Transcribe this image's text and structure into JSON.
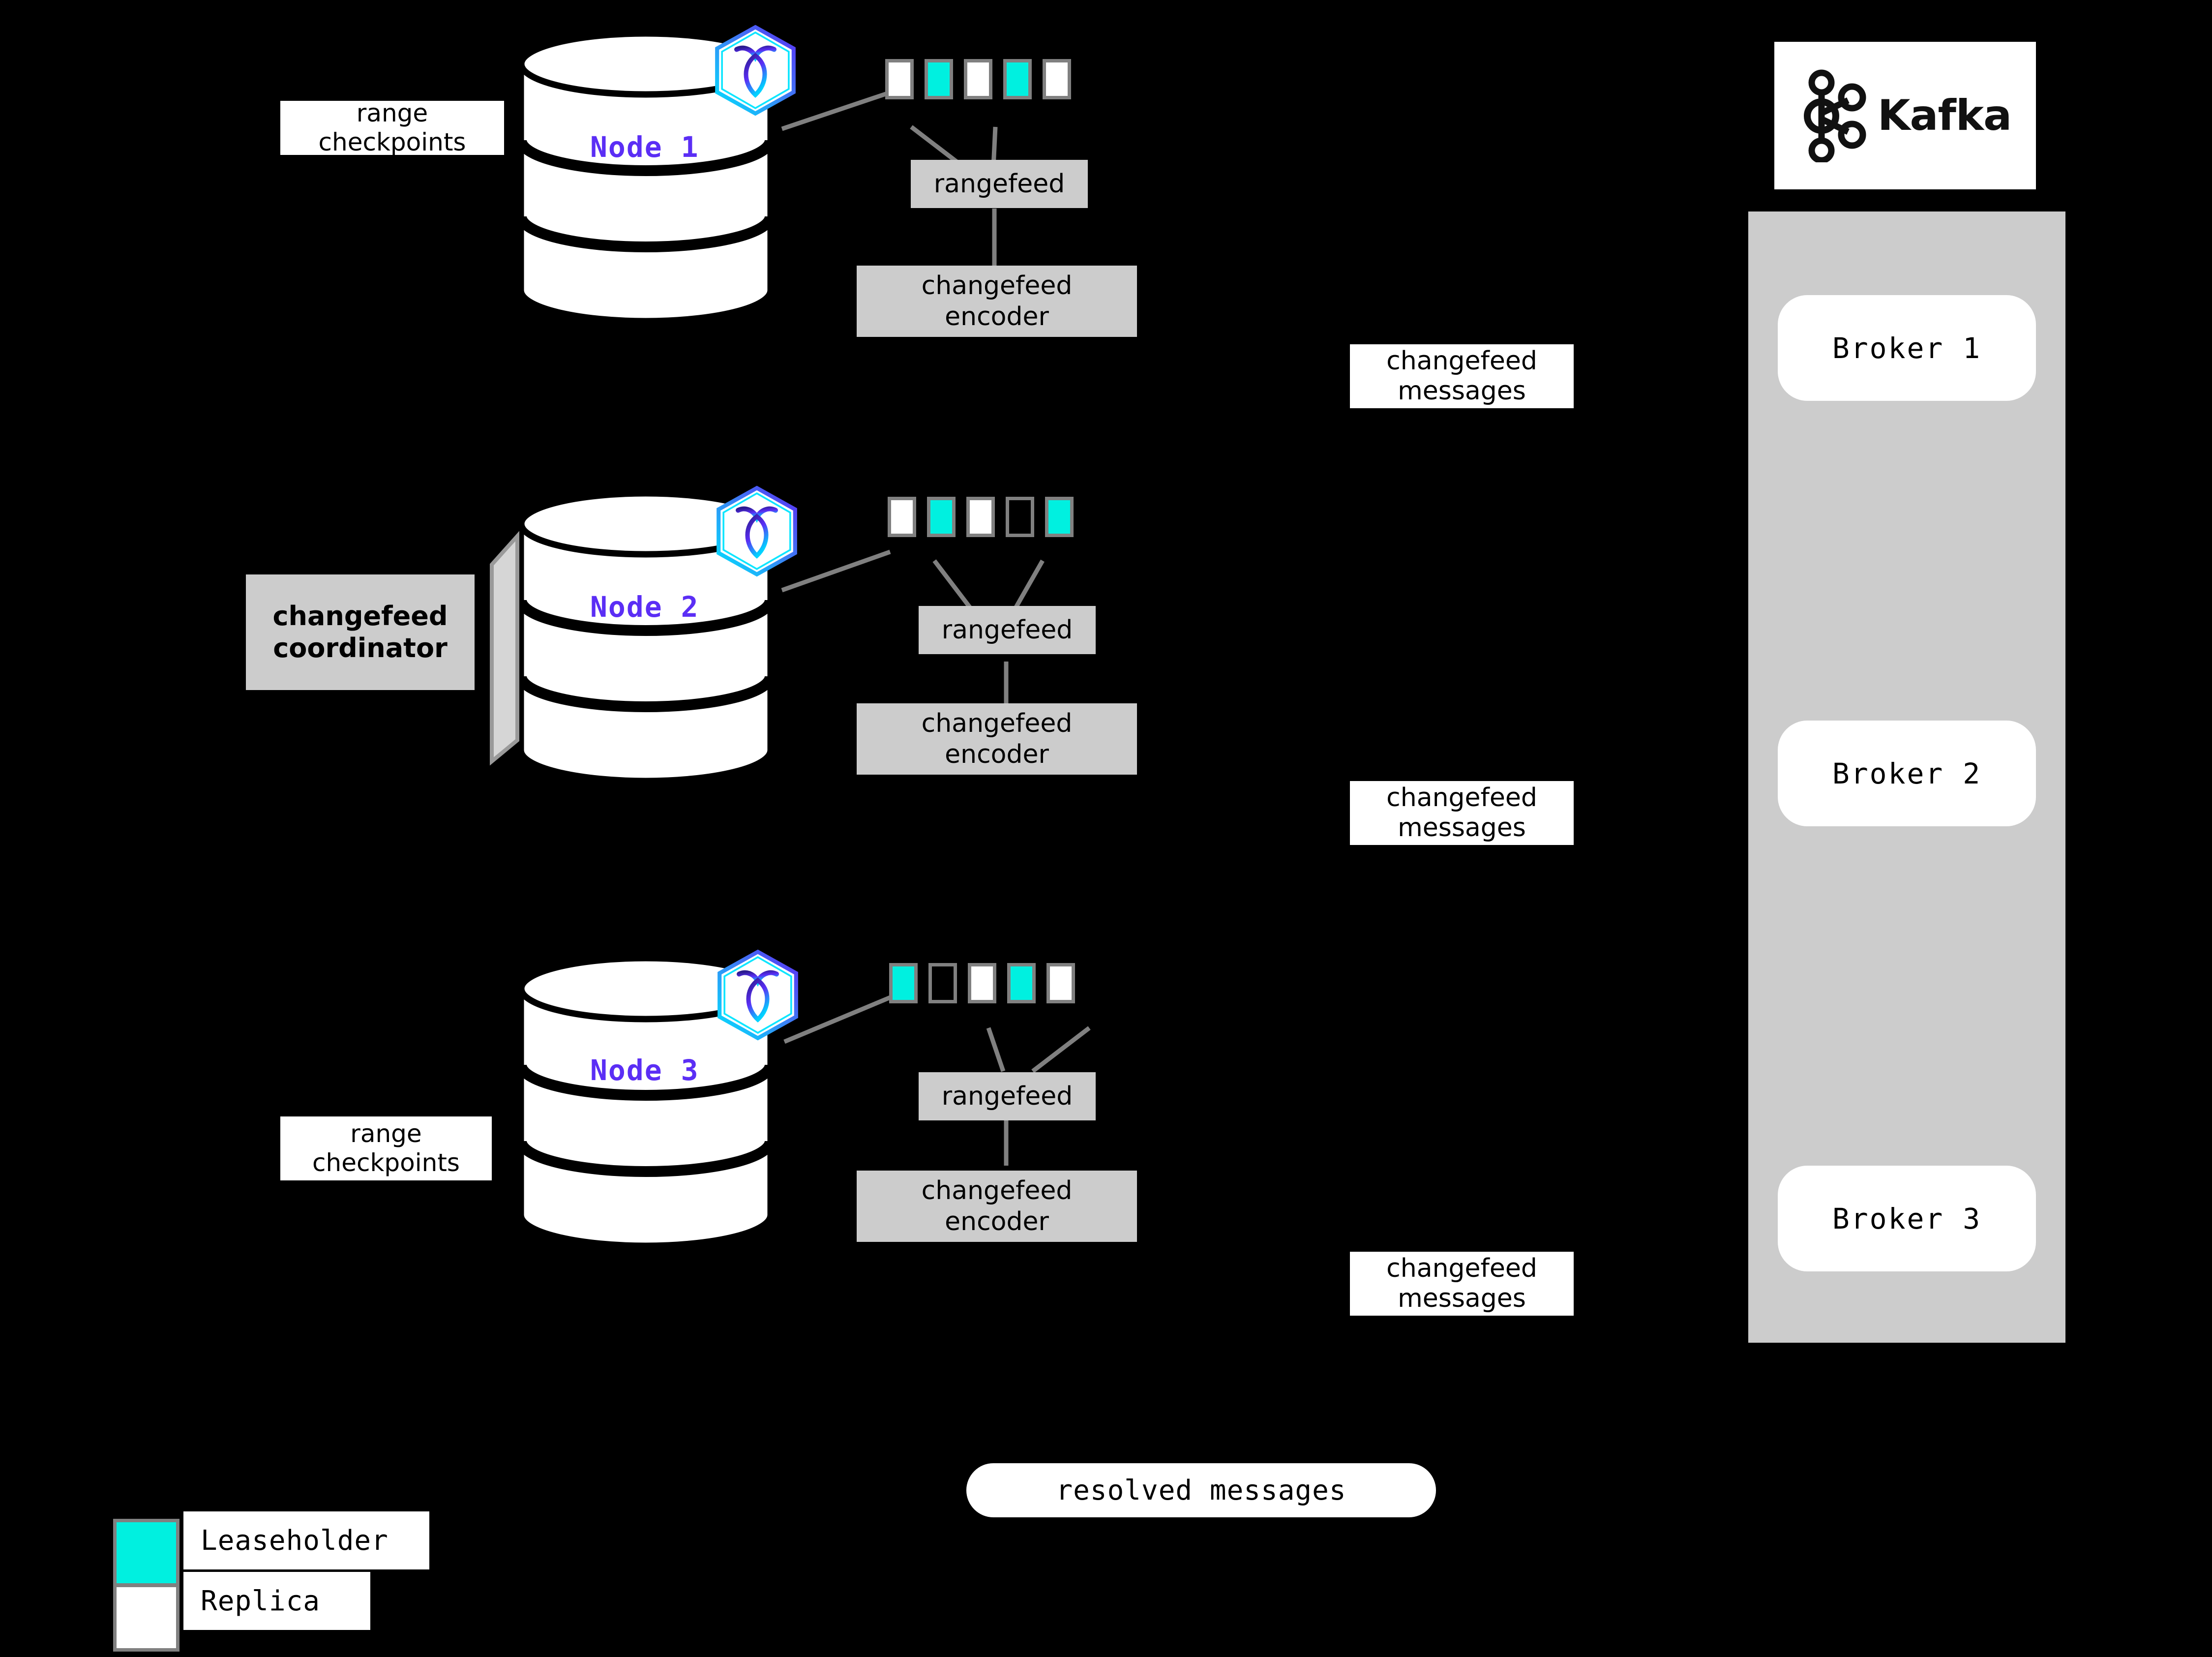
{
  "diagram": {
    "title": "CockroachDB changefeed to Kafka architecture",
    "background_color": "#000000",
    "accent_colors": {
      "leaseholder": "#00f0e0",
      "replica": "#ffffff",
      "node_label": "#5b2ef5",
      "process_box": "#cccccc",
      "connector": "#808080"
    }
  },
  "nodes": [
    {
      "label": "Node 1",
      "logo": "cockroachdb-hex-logo",
      "side_label": {
        "line1": "range",
        "line2": "checkpoints",
        "clipped": true
      },
      "ranges": [
        "replica",
        "leaseholder",
        "replica",
        "leaseholder",
        "replica"
      ],
      "rangefeed": "rangefeed",
      "encoder": {
        "line1": "changefeed",
        "line2": "encoder"
      }
    },
    {
      "label": "Node 2",
      "logo": "cockroachdb-hex-logo",
      "coordinator": {
        "line1": "changefeed",
        "line2": "coordinator"
      },
      "ranges": [
        "replica",
        "leaseholder",
        "replica",
        "empty",
        "leaseholder"
      ],
      "rangefeed": "rangefeed",
      "encoder": {
        "line1": "changefeed",
        "line2": "encoder"
      }
    },
    {
      "label": "Node 3",
      "logo": "cockroachdb-hex-logo",
      "side_label": {
        "line1": "range",
        "line2": "checkpoints",
        "clipped": false
      },
      "ranges": [
        "leaseholder",
        "empty",
        "replica",
        "leaseholder",
        "replica"
      ],
      "rangefeed": "rangefeed",
      "encoder": {
        "line1": "changefeed",
        "line2": "encoder"
      }
    }
  ],
  "messages": [
    {
      "line1": "changefeed",
      "line2": "messages"
    },
    {
      "line1": "changefeed",
      "line2": "messages"
    },
    {
      "line1": "changefeed",
      "line2": "messages"
    }
  ],
  "resolved": {
    "label": "resolved messages"
  },
  "kafka": {
    "wordmark": "Kafka",
    "logo": "kafka-node-graph-icon",
    "brokers": [
      "Broker 1",
      "Broker 2",
      "Broker 3"
    ]
  },
  "legend": {
    "items": [
      {
        "label": "Leaseholder",
        "swatch": "leaseholder"
      },
      {
        "label": "Replica",
        "swatch": "replica"
      }
    ]
  }
}
